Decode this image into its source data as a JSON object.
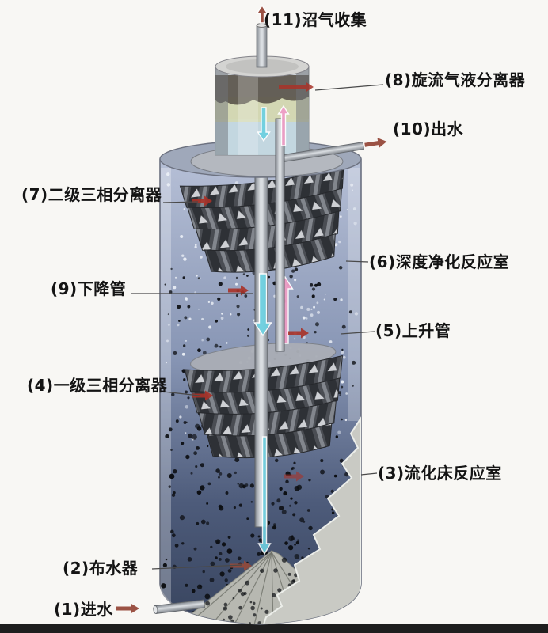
{
  "figure": {
    "labels": {
      "biogas": "(11)沼气收集",
      "cyclone": "(8)旋流气液分离器",
      "outlet": "(10)出水",
      "separator2": "(7)二级三相分离器",
      "purification": "(6)深度净化反应室",
      "downcomer": "(9)下降管",
      "riser": "(5)上升管",
      "separator1": "(4)一级三相分离器",
      "fluidized": "(3)流化床反应室",
      "distributor": "(2)布水器",
      "inlet": "(1)进水"
    },
    "icons": {
      "biogas-arrow": "↑",
      "outlet-arrow": "→",
      "inlet-arrow": "→",
      "down-flow-arrow": "↓",
      "up-flow-arrow": "↑",
      "gas-flow-arrow": "→"
    },
    "colors": {
      "bg": "#f8f7f4",
      "label-text": "#141414",
      "leader-line": "#4a4a4a",
      "tank-wall": "#6d7280",
      "rim-fill": "#9fa8ba",
      "interior-top": "#bac3d9",
      "interior-mid": "#8795b4",
      "interior-deep": "#4d5b7a",
      "interior-bottom": "#38445e",
      "separator-dark": "#2e3136",
      "separator-mid": "#4a4d53",
      "separator-light": "#82868d",
      "separator-teeth": "#dfe2e6",
      "cap-gray": "#b4b8bf",
      "pipe-light": "#dadee2",
      "pipe-dark": "#7e838a",
      "cone-gray": "#b7b8b1",
      "cutaway-gray": "#c9cac4",
      "down-arrow-cyan": "#6ed0e0",
      "up-arrow-pink": "#ef9ec6",
      "gas-arrow-red": "#a83228",
      "flow-arrow-brown": "#96493a",
      "gas-zone": "#5b564c",
      "scum-yellow": "#d6d9ab",
      "water-blue": "#c2d8e2",
      "base-shadow": "#1e1e1e",
      "speckle-white": "#eef2f8",
      "speckle-black": "#0c0e12"
    }
  }
}
